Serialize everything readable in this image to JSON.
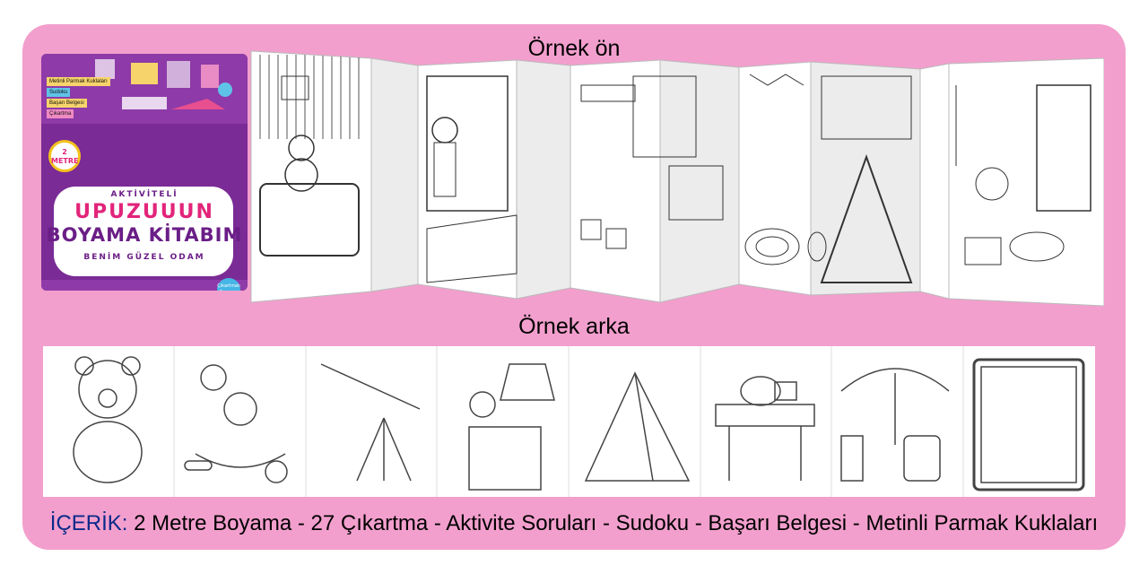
{
  "headers": {
    "front": "Örnek ön",
    "back": "Örnek arka"
  },
  "footer": {
    "lead": "İÇERİK:",
    "rest": " 2 Metre Boyama - 27 Çıkartma - Aktivite Soruları - Sudoku - Başarı Belgesi - Metinli Parmak Kuklaları"
  },
  "cover": {
    "tags": [
      "Metinli Parmak Kuklaları",
      "Sudoku",
      "Başarı Belgesi",
      "Çıkartma"
    ],
    "badge": "2 METRE",
    "title_small": "AKTİVİTELİ",
    "title_big1": "UPUZUUUN",
    "title_big2": "BOYAMA KİTABIM",
    "subtitle": "BENİM GÜZEL ODAM",
    "corner_badge": "Çıkartmalı Boyama"
  },
  "colors": {
    "background": "#f29fcd",
    "cover": "#7a2b95",
    "accent": "#e2247a"
  }
}
